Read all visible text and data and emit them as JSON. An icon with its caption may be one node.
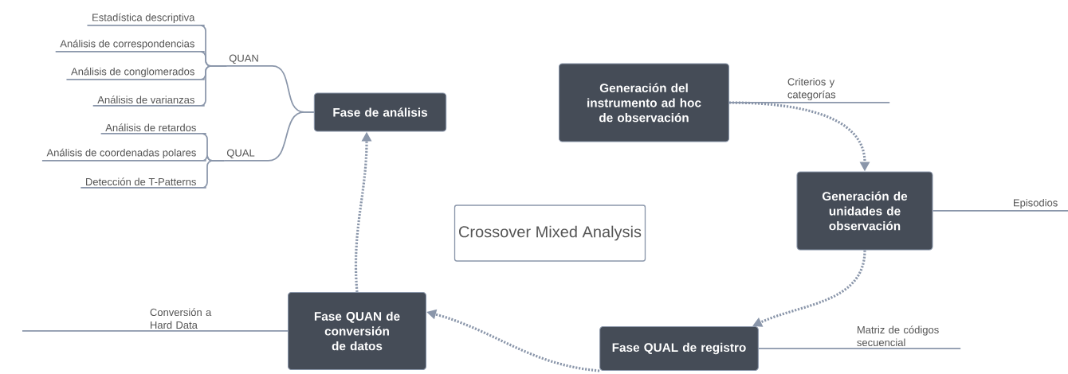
{
  "diagram": {
    "nodes": [
      {
        "text": [
          "Fase de análisis"
        ]
      },
      {
        "text": [
          "QUAN"
        ]
      },
      {
        "text": [
          "QUAL"
        ]
      },
      {
        "text": [
          "Estadística descriptiva"
        ]
      },
      {
        "text": [
          "Análisis de correspondencias"
        ]
      },
      {
        "text": [
          "Análisis de conglomerados"
        ]
      },
      {
        "text": [
          "Análisis de varianzas"
        ]
      },
      {
        "text": [
          "Análisis de retardos"
        ]
      },
      {
        "text": [
          "Análisis de coordenadas polares"
        ]
      },
      {
        "text": [
          "Detección de T-Patterns"
        ]
      },
      {
        "text": [
          "Generación del instrumento ad hoc de observación"
        ]
      },
      {
        "text": [
          "Criterios y categorías"
        ]
      },
      {
        "text": [
          "Generación de unidades de observación"
        ]
      },
      {
        "text": [
          "Episodios"
        ]
      },
      {
        "text": [
          "Crossover Mixed Analysis"
        ]
      },
      {
        "text": [
          "Fase QUAL de registro"
        ]
      },
      {
        "text": [
          "Matriz de códigos secuencial"
        ]
      },
      {
        "text": [
          "Fase QUAN de conversión de datos"
        ]
      },
      {
        "text": [
          "Conversión a Hard Data"
        ]
      }
    ],
    "edges": [
      {
        "from": 0,
        "to": 1,
        "arrow": "none"
      },
      {
        "from": 0,
        "to": 2,
        "arrow": "none"
      },
      {
        "from": 1,
        "to": 3,
        "arrow": "none"
      },
      {
        "from": 1,
        "to": 4,
        "arrow": "none"
      },
      {
        "from": 1,
        "to": 5,
        "arrow": "none"
      },
      {
        "from": 1,
        "to": 6,
        "arrow": "none"
      },
      {
        "from": 2,
        "to": 7,
        "arrow": "none"
      },
      {
        "from": 2,
        "to": 8,
        "arrow": "none"
      },
      {
        "from": 2,
        "to": 9,
        "arrow": "none"
      },
      {
        "from": 10,
        "to": 11,
        "arrow": "none"
      },
      {
        "from": 12,
        "to": 13,
        "arrow": "none"
      },
      {
        "from": 15,
        "to": 16,
        "arrow": "none"
      },
      {
        "from": 17,
        "to": 18,
        "arrow": "none"
      },
      {
        "from": 10,
        "to": 12,
        "arrow": "to",
        "style": "dashed"
      },
      {
        "from": 12,
        "to": 15,
        "arrow": "to",
        "style": "dashed"
      },
      {
        "from": 15,
        "to": 17,
        "arrow": "to",
        "style": "dashed"
      },
      {
        "from": 17,
        "to": 0,
        "arrow": "to",
        "style": "dashed"
      }
    ]
  }
}
